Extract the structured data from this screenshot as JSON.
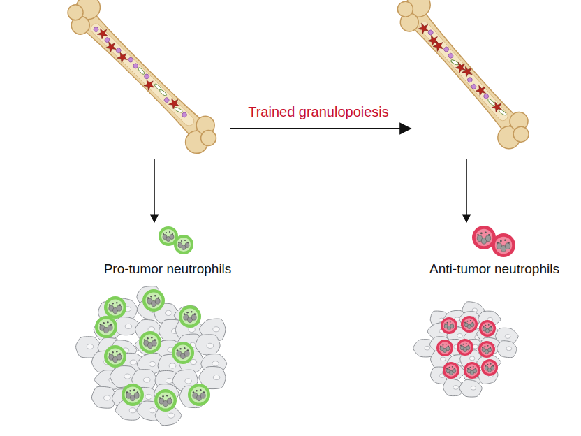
{
  "diagram": {
    "nodes": [
      {
        "text": [
          "Pro-tumor neutrophils"
        ]
      },
      {
        "text": [
          "Anti-tumor neutrophils"
        ]
      }
    ],
    "labels": [
      "Trained granulopoiesis"
    ]
  }
}
